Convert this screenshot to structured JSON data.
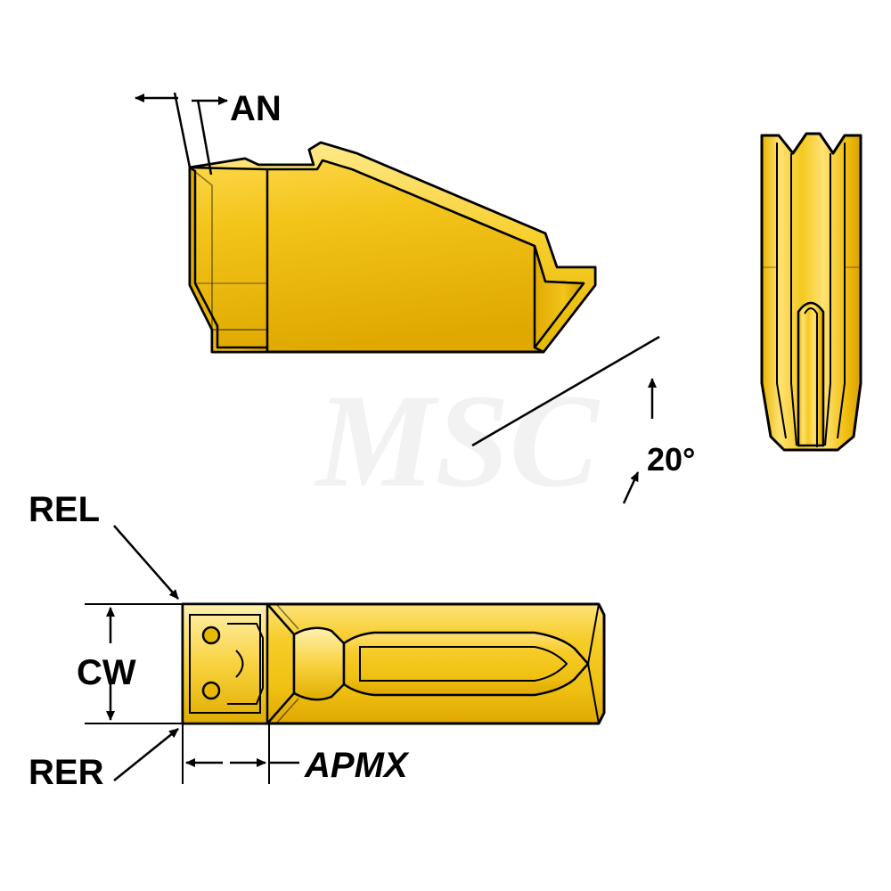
{
  "figure": {
    "background_color": "#ffffff",
    "insert_fill": "#f5c518",
    "insert_fill_dark": "#d9a400",
    "insert_fill_light": "#ffe066",
    "outline_color": "#000000",
    "watermark": "MSC"
  },
  "labels": {
    "an": "AN",
    "angle": "20°",
    "rel": "REL",
    "rer": "RER",
    "cw": "CW",
    "apmx": "APMX"
  },
  "views": {
    "main": "isometric-grooving-insert",
    "end": "end-view-grooving-insert",
    "top": "top-view-grooving-insert"
  }
}
